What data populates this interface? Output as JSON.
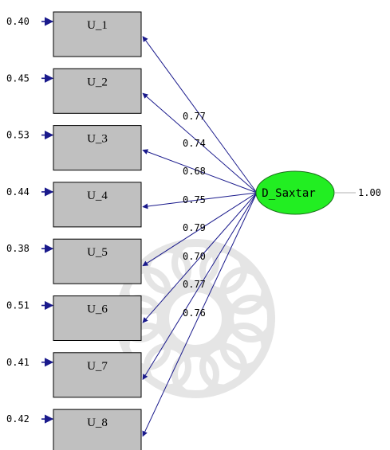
{
  "latent": {
    "label": "D_Saxtar",
    "variance": "1.00",
    "fill_color": "#22ee22"
  },
  "indicators": [
    {
      "label": "U_1",
      "error": "0.40",
      "loading": "0.77"
    },
    {
      "label": "U_2",
      "error": "0.45",
      "loading": "0.74"
    },
    {
      "label": "U_3",
      "error": "0.53",
      "loading": "0.68"
    },
    {
      "label": "U_4",
      "error": "0.44",
      "loading": "0.75"
    },
    {
      "label": "U_5",
      "error": "0.38",
      "loading": "0.79"
    },
    {
      "label": "U_6",
      "error": "0.51",
      "loading": "0.70"
    },
    {
      "label": "U_7",
      "error": "0.41",
      "loading": "0.77"
    },
    {
      "label": "U_8",
      "error": "0.42",
      "loading": "0.76"
    }
  ],
  "colors": {
    "box_fill": "#c0c0c0",
    "arrow": "#1a1a8c",
    "text": "#000000",
    "watermark": "#e6e6e6"
  }
}
